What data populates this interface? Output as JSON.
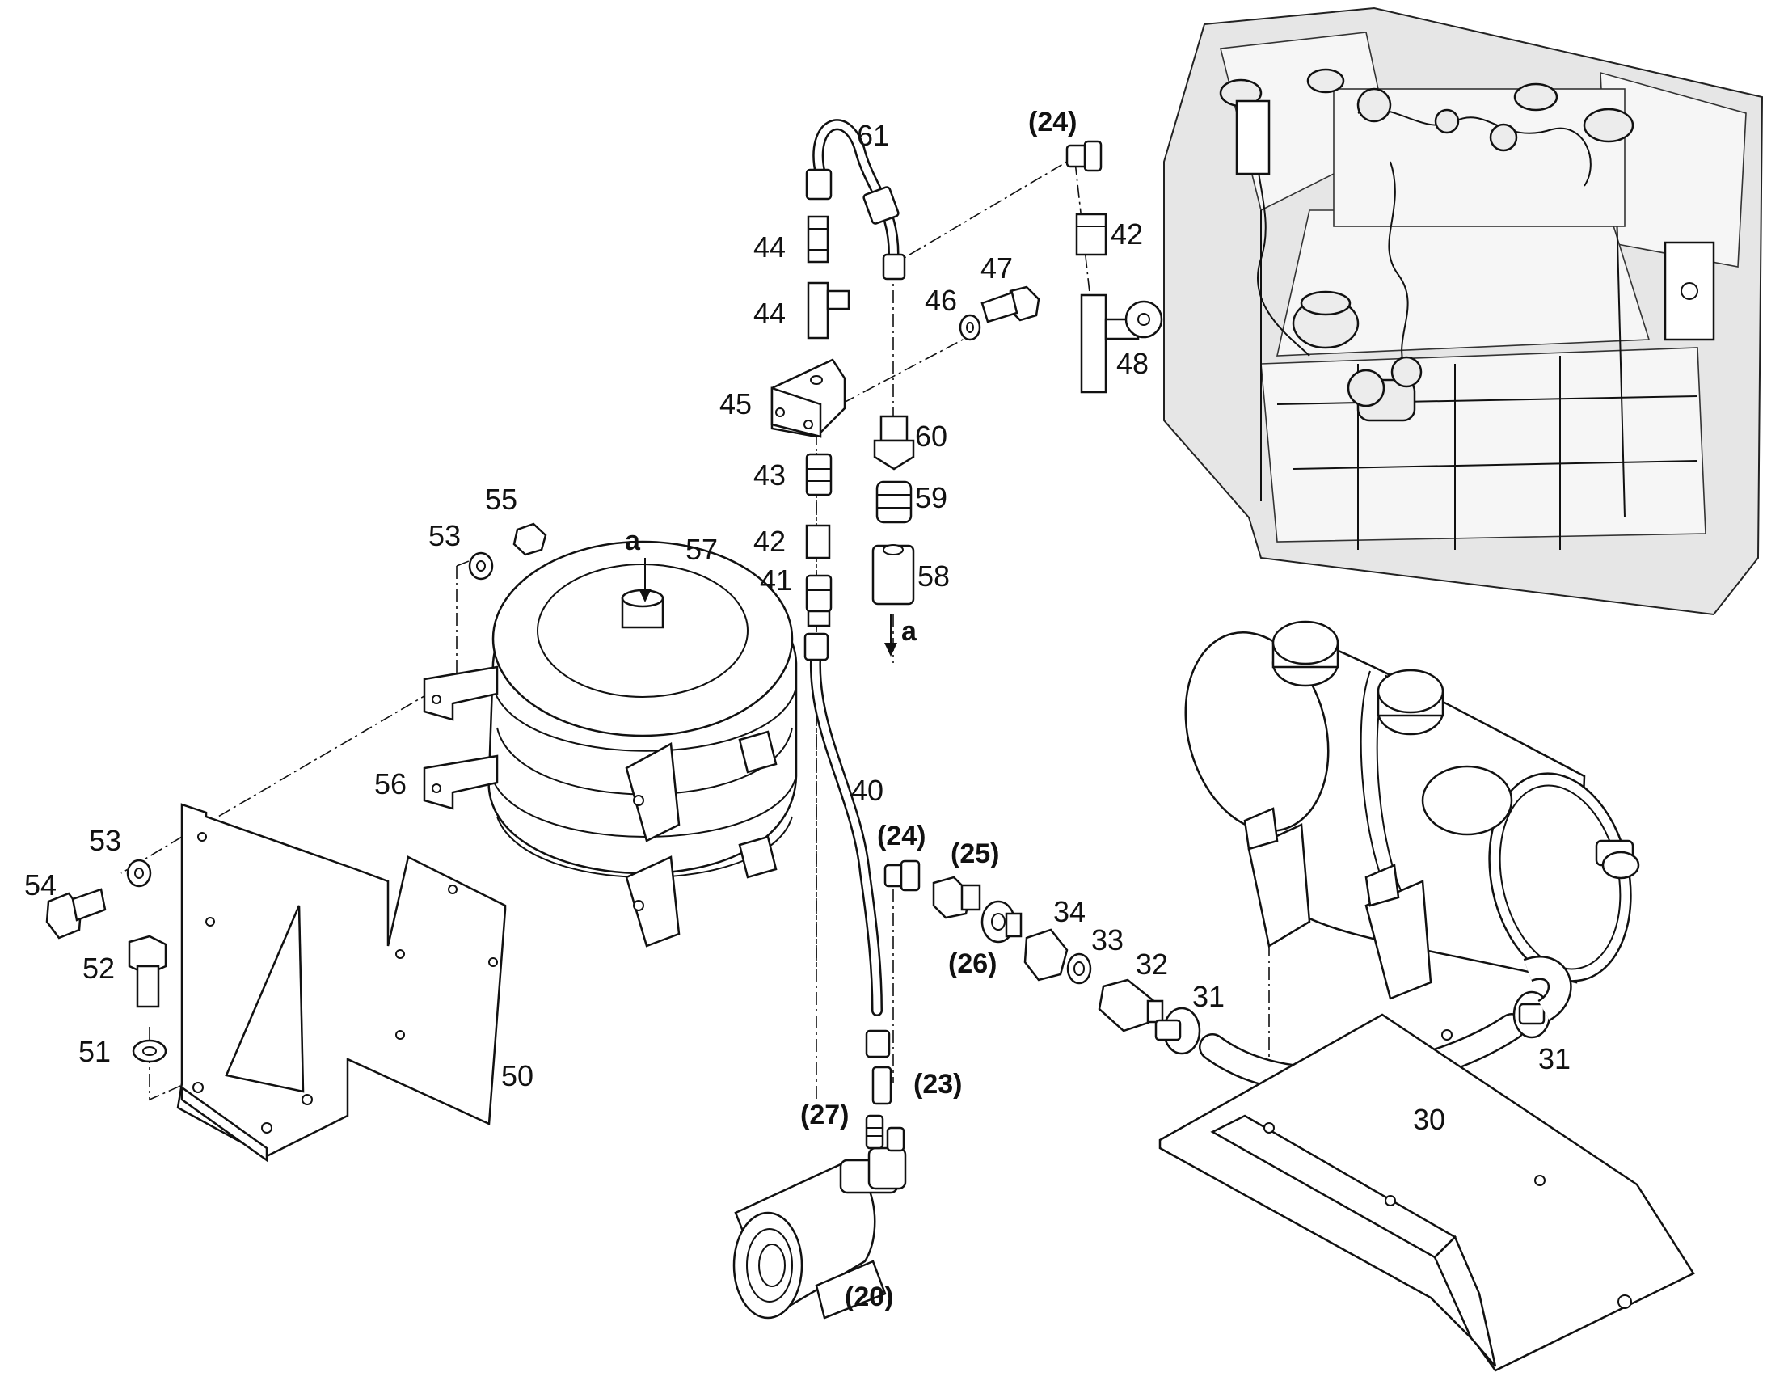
{
  "diagram": {
    "labels": [
      {
        "id": "61",
        "text": "61"
      },
      {
        "id": "24a",
        "text": "(24)"
      },
      {
        "id": "44a",
        "text": "44"
      },
      {
        "id": "44b",
        "text": "44"
      },
      {
        "id": "42a",
        "text": "42"
      },
      {
        "id": "47",
        "text": "47"
      },
      {
        "id": "46",
        "text": "46"
      },
      {
        "id": "48",
        "text": "48"
      },
      {
        "id": "45",
        "text": "45"
      },
      {
        "id": "60",
        "text": "60"
      },
      {
        "id": "43",
        "text": "43"
      },
      {
        "id": "59",
        "text": "59"
      },
      {
        "id": "55",
        "text": "55"
      },
      {
        "id": "53a",
        "text": "53"
      },
      {
        "id": "a1",
        "text": "a"
      },
      {
        "id": "57",
        "text": "57"
      },
      {
        "id": "42b",
        "text": "42"
      },
      {
        "id": "41",
        "text": "41"
      },
      {
        "id": "58",
        "text": "58"
      },
      {
        "id": "a2",
        "text": "a"
      },
      {
        "id": "56",
        "text": "56"
      },
      {
        "id": "40",
        "text": "40"
      },
      {
        "id": "24b",
        "text": "(24)"
      },
      {
        "id": "25",
        "text": "(25)"
      },
      {
        "id": "53b",
        "text": "53"
      },
      {
        "id": "54",
        "text": "54"
      },
      {
        "id": "34",
        "text": "34"
      },
      {
        "id": "33",
        "text": "33"
      },
      {
        "id": "26",
        "text": "(26)"
      },
      {
        "id": "32",
        "text": "32"
      },
      {
        "id": "52",
        "text": "52"
      },
      {
        "id": "31a",
        "text": "31"
      },
      {
        "id": "31b",
        "text": "31"
      },
      {
        "id": "51",
        "text": "51"
      },
      {
        "id": "50",
        "text": "50"
      },
      {
        "id": "23",
        "text": "(23)"
      },
      {
        "id": "30",
        "text": "30"
      },
      {
        "id": "27",
        "text": "(27)"
      },
      {
        "id": "20",
        "text": "(20)"
      }
    ]
  }
}
